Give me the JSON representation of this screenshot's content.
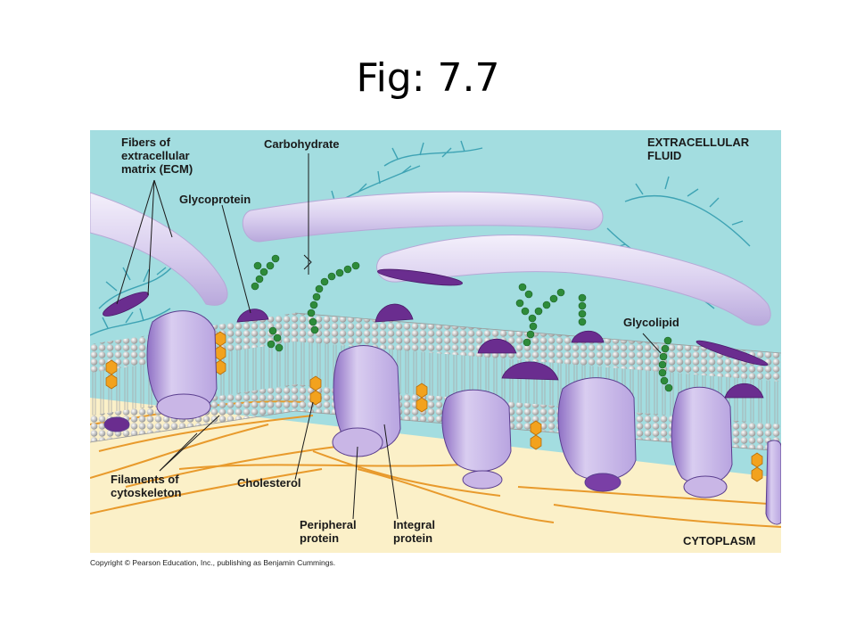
{
  "slide": {
    "title": "Fig: 7.7"
  },
  "figure": {
    "labels": {
      "ecm": [
        "Fibers of",
        "extracellular",
        "matrix (ECM)"
      ],
      "carbohydrate": "Carbohydrate",
      "glycoprotein": "Glycoprotein",
      "extracellular": [
        "EXTRACELLULAR",
        "FLUID"
      ],
      "glycolipid": "Glycolipid",
      "filaments": [
        "Filaments of",
        "cytoskeleton"
      ],
      "cholesterol": "Cholesterol",
      "peripheral": [
        "Peripheral",
        "protein"
      ],
      "integral": [
        "Integral",
        "protein"
      ],
      "cytoplasm": "CYTOPLASM"
    },
    "copyright": "Copyright © Pearson Education, Inc., publishing as Benjamin Cummings."
  },
  "colors": {
    "extracellular_fluid": "#a3dde0",
    "cytoplasm": "#fbf0c8",
    "lipid_head": "#e3e3e3",
    "protein": "#c9b6e6",
    "glyco_purple": "#6a2d8f",
    "carbohydrate_green": "#2e8b3a",
    "cholesterol": "#f2a21e",
    "ecm_fiber": "#e4dcf2",
    "cytoskeleton": "#e89a2c"
  }
}
